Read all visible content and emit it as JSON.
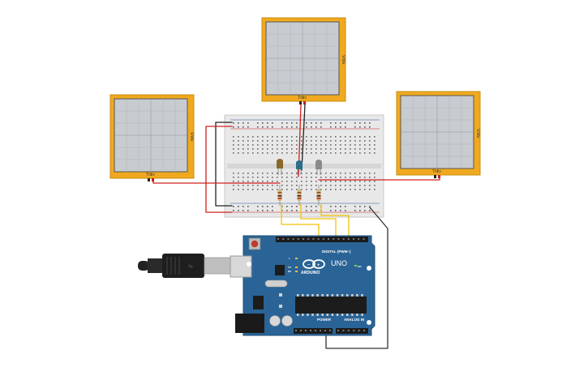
{
  "oscilloscopes": [
    {
      "name": "left",
      "side_label": "V/div",
      "bottom_label": "T/div"
    },
    {
      "name": "top",
      "side_label": "V/div",
      "bottom_label": "T/div"
    },
    {
      "name": "right",
      "side_label": "V/div",
      "bottom_label": "T/div"
    }
  ],
  "arduino": {
    "brand": "ARDUINO",
    "model": "UNO",
    "digital_label": "DIGITAL (PWM~)",
    "power_label": "POWER",
    "analog_label": "ANALOG IN",
    "tx_label": "TX",
    "rx_label": "RX",
    "on_label": "ON",
    "l_label": "L"
  },
  "leds": [
    {
      "name": "led-orange",
      "color": "#8a6a2a"
    },
    {
      "name": "led-blue",
      "color": "#2a6e8a"
    },
    {
      "name": "led-gray",
      "color": "#8a8a8a"
    }
  ],
  "colors": {
    "scope_frame": "#f0a91f",
    "scope_screen": "#c8ccd0",
    "breadboard": "#e8e8e8",
    "arduino_board": "#2a6496",
    "wire_red": "#d0201c",
    "wire_black": "#222222",
    "wire_yellow": "#f2c200"
  }
}
